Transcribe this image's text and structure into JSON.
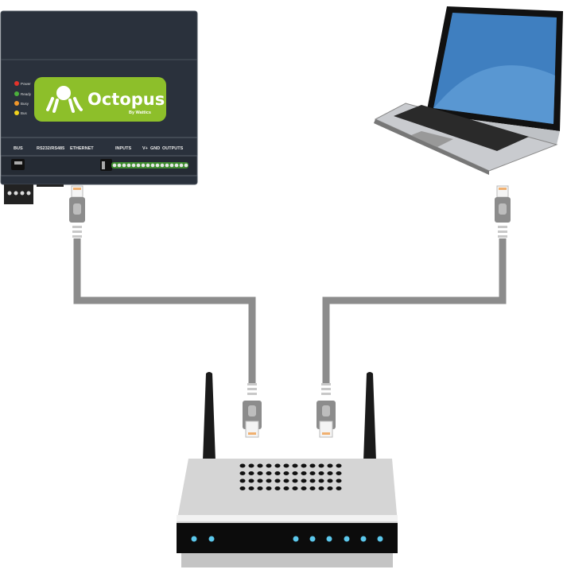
{
  "device": {
    "brand": "Octopus",
    "brand_sub": "By Wattics",
    "leds": [
      {
        "label": "Power",
        "color": "#e2332b"
      },
      {
        "label": "Ready",
        "color": "#4caf3c"
      },
      {
        "label": "Busy",
        "color": "#f0962a"
      },
      {
        "label": "Bus",
        "color": "#f2d21c"
      }
    ],
    "port_labels": [
      "BUS",
      "RS232/RS485",
      "ETHERNET",
      "INPUTS",
      "V+",
      "GND",
      "OUTPUTS"
    ]
  },
  "colors": {
    "device_body": "#2a313c",
    "logo_green": "#8dbf2a",
    "cable": "#8c8c8c",
    "router_led": "#5cc8ec",
    "laptop_screen": "#3f7fc0"
  }
}
